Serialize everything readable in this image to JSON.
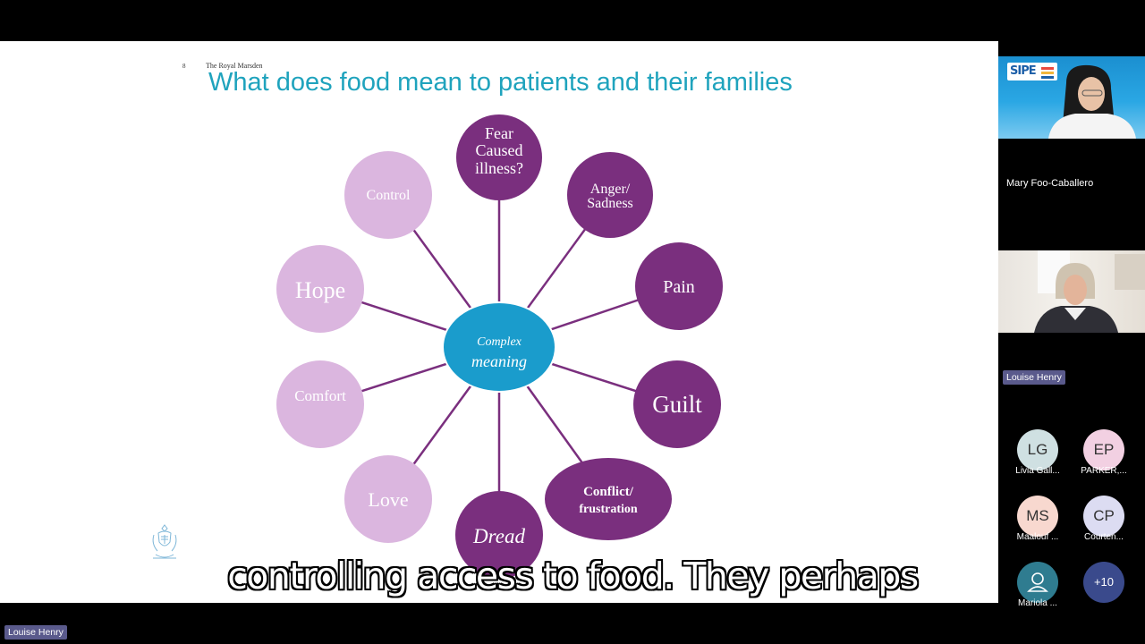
{
  "slide": {
    "number": "8",
    "org": "The Royal Marsden",
    "title": "What does food mean to patients and their families",
    "center_line1": "Complex",
    "center_line2": "meaning",
    "nodes": {
      "fear_1": "Fear",
      "fear_2": "Caused",
      "fear_3": "illness?",
      "anger_1": "Anger/",
      "anger_2": "Sadness",
      "pain": "Pain",
      "guilt": "Guilt",
      "conflict_1": "Conflict/",
      "conflict_2": "frustration",
      "dread": "Dread",
      "love": "Love",
      "comfort": "Comfort",
      "hope": "Hope",
      "control": "Control"
    }
  },
  "caption": "controlling access to food. They perhaps",
  "participants": {
    "mary": {
      "name": "Mary Foo-Caballero",
      "logo_text": "SIPE"
    },
    "louise": {
      "name": "Louise Henry"
    },
    "grid": [
      {
        "initials": "LG",
        "name": "Livia Gall...",
        "color": "#cfe0e2"
      },
      {
        "initials": "EP",
        "name": "PARKER,...",
        "color": "#f2d0e2"
      },
      {
        "initials": "MS",
        "name": "Maalouf ...",
        "color": "#f8d8cf"
      },
      {
        "initials": "CP",
        "name": "Courten...",
        "color": "#dcdcf2"
      },
      {
        "initials": "",
        "name": "Mariola ...",
        "color": "#2f7c90"
      },
      {
        "initials": "+10",
        "name": "",
        "color": "#3a4a8c"
      }
    ]
  },
  "bottom_name_tag": "Louise Henry",
  "colors": {
    "dark_purple": "#7a2f7e",
    "light_purple": "#dbb6df",
    "center_blue": "#1a9ccc",
    "title_teal": "#1fa3bd"
  }
}
